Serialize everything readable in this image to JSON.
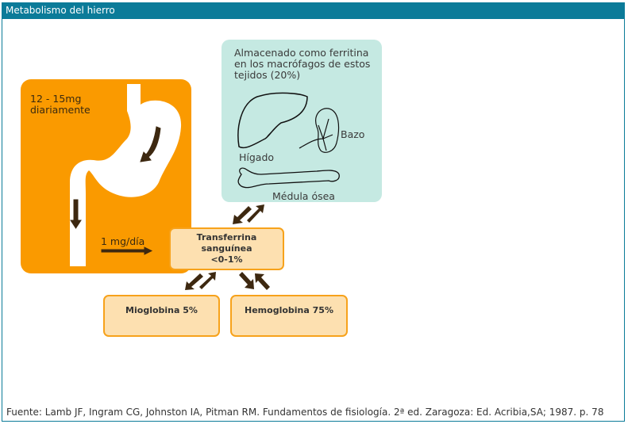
{
  "title": "Metabolismo del hierro",
  "intake": {
    "line1": "12 - 15mg",
    "line2": "diariamente",
    "absorbed": "1 mg/día"
  },
  "storage": {
    "line1": "Almacenado como ferritina",
    "line2": "en los macrófagos de estos",
    "line3": "tejidos (20%)",
    "liver": "Hígado",
    "spleen": "Bazo",
    "marrow": "Médula ósea"
  },
  "transferrin": {
    "line1": "Transferrina",
    "line2": "sanguínea",
    "line3": "<0-1%"
  },
  "myoglobin": "Mioglobina 5%",
  "hemoglobin": "Hemoglobina 75%",
  "footer": "Fuente: Lamb JF, Ingram CG, Johnston IA, Pitman RM. Fundamentos de fisiología. 2ª ed. Zaragoza: Ed. Acribia,SA; 1987. p. 78",
  "colors": {
    "header": "#0b7b99",
    "orange": "#fa9a00",
    "teal": "#c5e9e2",
    "box": "#fde0b0",
    "arrow": "#3d2810"
  }
}
